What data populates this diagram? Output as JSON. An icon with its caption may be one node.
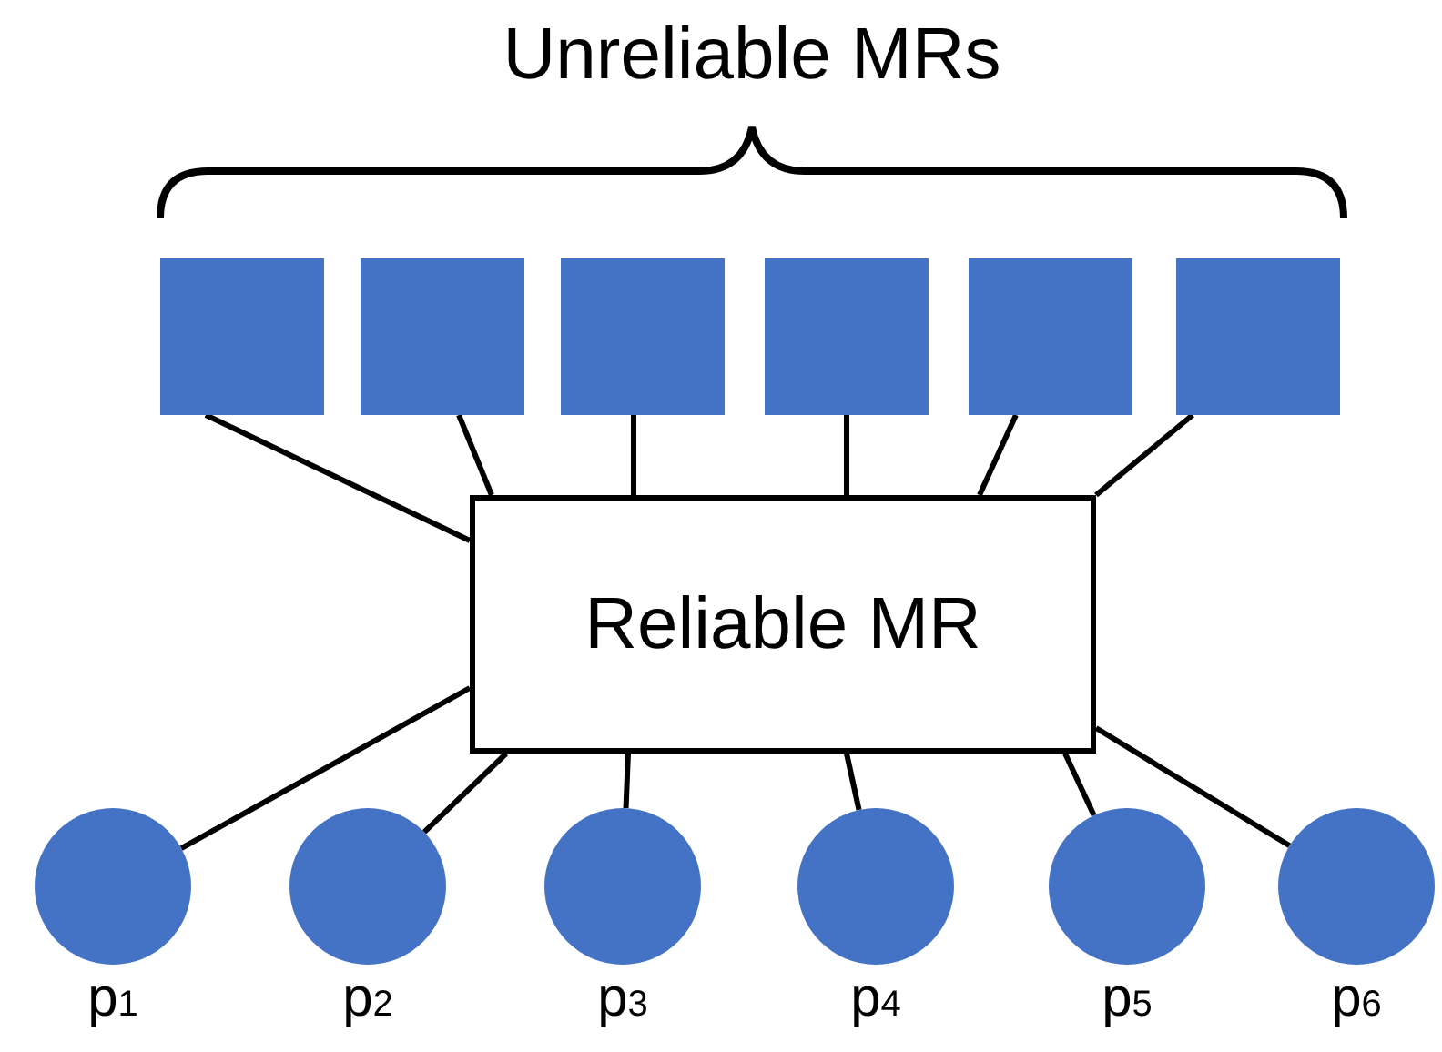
{
  "diagram": {
    "title": "Unreliable MRs",
    "nodes": [
      {
        "text": [],
        "shape": "box"
      },
      {
        "text": [],
        "shape": "box"
      },
      {
        "text": [],
        "shape": "box"
      },
      {
        "text": [],
        "shape": "box"
      },
      {
        "text": [],
        "shape": "box"
      },
      {
        "text": [],
        "shape": "box"
      },
      {
        "text": [
          "Reliable MR"
        ]
      },
      {
        "text": [],
        "shape": "circle",
        "beside": [
          "p$_{1}$"
        ]
      },
      {
        "text": [],
        "shape": "circle",
        "beside": [
          "p$_{2}$"
        ]
      },
      {
        "text": [],
        "shape": "circle",
        "beside": [
          "p$_{3}$"
        ]
      },
      {
        "text": [],
        "shape": "circle",
        "beside": [
          "p$_{4}$"
        ]
      },
      {
        "text": [],
        "shape": "circle",
        "beside": [
          "p$_{5}$"
        ]
      },
      {
        "text": [],
        "shape": "circle",
        "beside": [
          "p$_{6}$"
        ]
      }
    ],
    "edges": [
      {
        "from": 0,
        "to": 6,
        "arrow": "none"
      },
      {
        "from": 1,
        "to": 6,
        "arrow": "none"
      },
      {
        "from": 2,
        "to": 6,
        "arrow": "none"
      },
      {
        "from": 3,
        "to": 6,
        "arrow": "none"
      },
      {
        "from": 4,
        "to": 6,
        "arrow": "none"
      },
      {
        "from": 5,
        "to": 6,
        "arrow": "none"
      },
      {
        "from": 6,
        "to": 7,
        "arrow": "none"
      },
      {
        "from": 6,
        "to": 8,
        "arrow": "none"
      },
      {
        "from": 6,
        "to": 9,
        "arrow": "none"
      },
      {
        "from": 6,
        "to": 10,
        "arrow": "none"
      },
      {
        "from": 6,
        "to": 11,
        "arrow": "none"
      },
      {
        "from": 6,
        "to": 12,
        "arrow": "none"
      }
    ]
  }
}
